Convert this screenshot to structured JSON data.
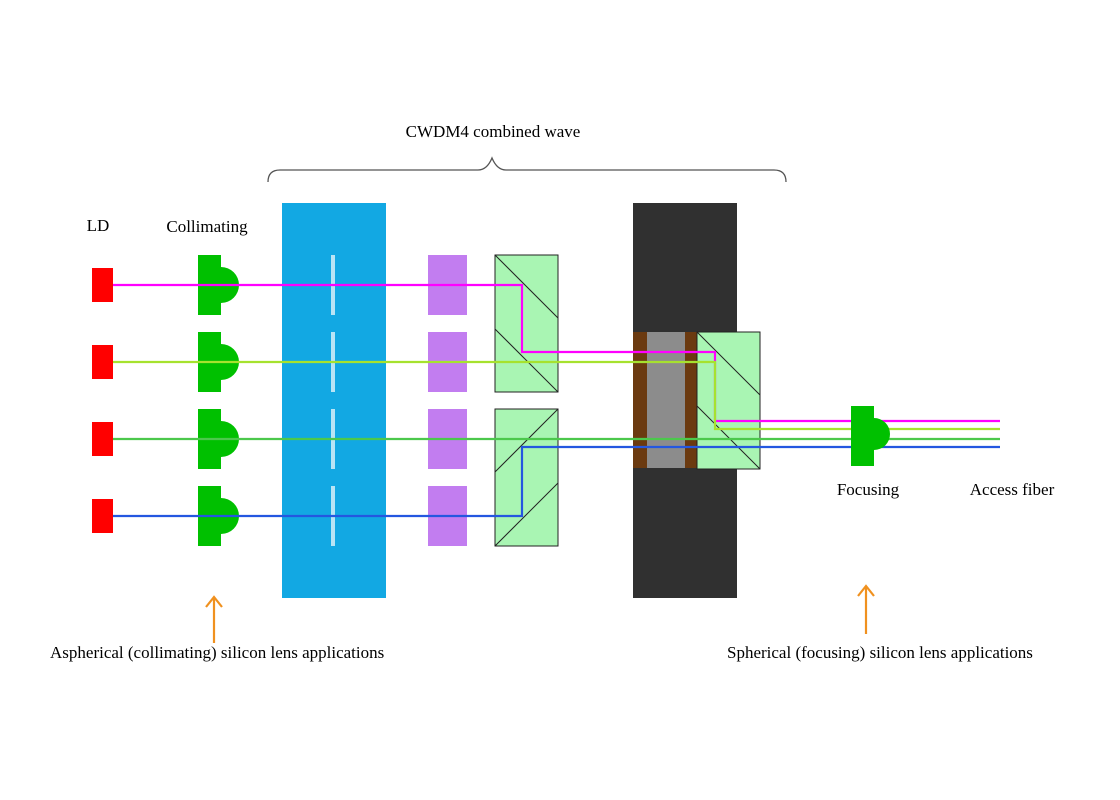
{
  "labels": {
    "top_brace": "CWDM4 combined wave",
    "ld": "LD",
    "collimating": "Collimating",
    "focusing": "Focusing",
    "access_fiber": "Access fiber",
    "aspherical_note": "Aspherical (collimating) silicon lens applications",
    "spherical_note": "Spherical  (focusing) silicon lens applications"
  },
  "colors": {
    "ld": "#ff0000",
    "lens": "#00c000",
    "mux_block": "#12a8e3",
    "mux_slot": "#b9e4f5",
    "filter": "#c27df0",
    "prism": "#a9f5b3",
    "housing": "#303030",
    "window": "#8c8c8c",
    "window_edge": "#6b3a10",
    "beam_1": "#ff00ff",
    "beam_2": "#a6e22e",
    "beam_3": "#4cc84c",
    "beam_4": "#2457e0",
    "arrow": "#f0911f"
  },
  "icons": {
    "up_arrow_left": "up-arrow-icon",
    "up_arrow_right": "up-arrow-icon"
  }
}
